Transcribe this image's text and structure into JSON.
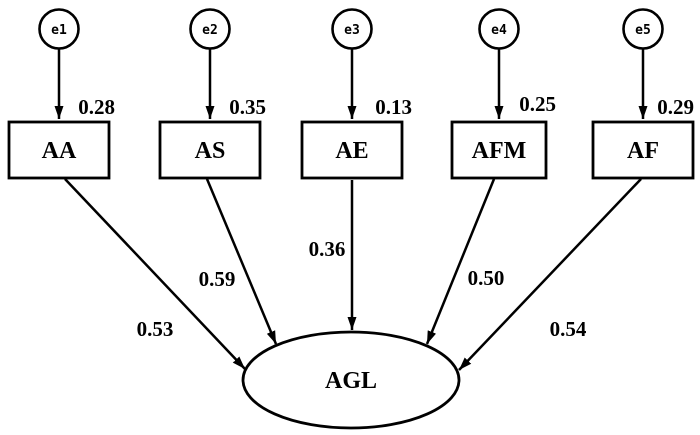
{
  "diagram": {
    "type": "sem-path-diagram",
    "latent": {
      "label": "AGL"
    },
    "indicators": [
      {
        "label": "AA",
        "error": "e1",
        "error_value": "0.28",
        "path_value": "0.53"
      },
      {
        "label": "AS",
        "error": "e2",
        "error_value": "0.35",
        "path_value": "0.59"
      },
      {
        "label": "AE",
        "error": "e3",
        "error_value": "0.13",
        "path_value": "0.36"
      },
      {
        "label": "AFM",
        "error": "e4",
        "error_value": "0.25",
        "path_value": "0.50"
      },
      {
        "label": "AF",
        "error": "e5",
        "error_value": "0.29",
        "path_value": "0.54"
      }
    ],
    "colors": {
      "stroke": "#000000",
      "background": "#ffffff"
    }
  }
}
